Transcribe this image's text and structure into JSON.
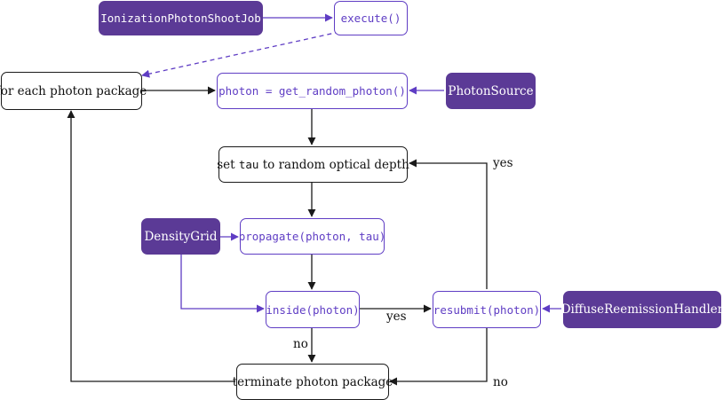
{
  "nodes": {
    "ionization_photon_shoot_job": "IonizationPhotonShootJob",
    "execute": "execute()",
    "for_each_photon_package": "for each photon package",
    "get_random_photon": "photon = get_random_photon()",
    "photon_source": "PhotonSource",
    "set_tau_prefix": "set ",
    "set_tau_var": "tau",
    "set_tau_suffix": " to random optical depth",
    "density_grid": "DensityGrid",
    "propagate": "propagate(photon, tau)",
    "inside": "inside(photon)",
    "resubmit": "resubmit(photon)",
    "diffuse_reemission_handler": "DiffuseReemissionHandler",
    "terminate": "terminate photon package"
  },
  "edge_labels": {
    "inside_yes": "yes",
    "inside_no": "no",
    "resubmit_yes": "yes",
    "resubmit_no": "no"
  },
  "colors": {
    "accent": "#5f3dc4",
    "class_fill": "#5b3a96",
    "line": "#1a1a1a"
  }
}
